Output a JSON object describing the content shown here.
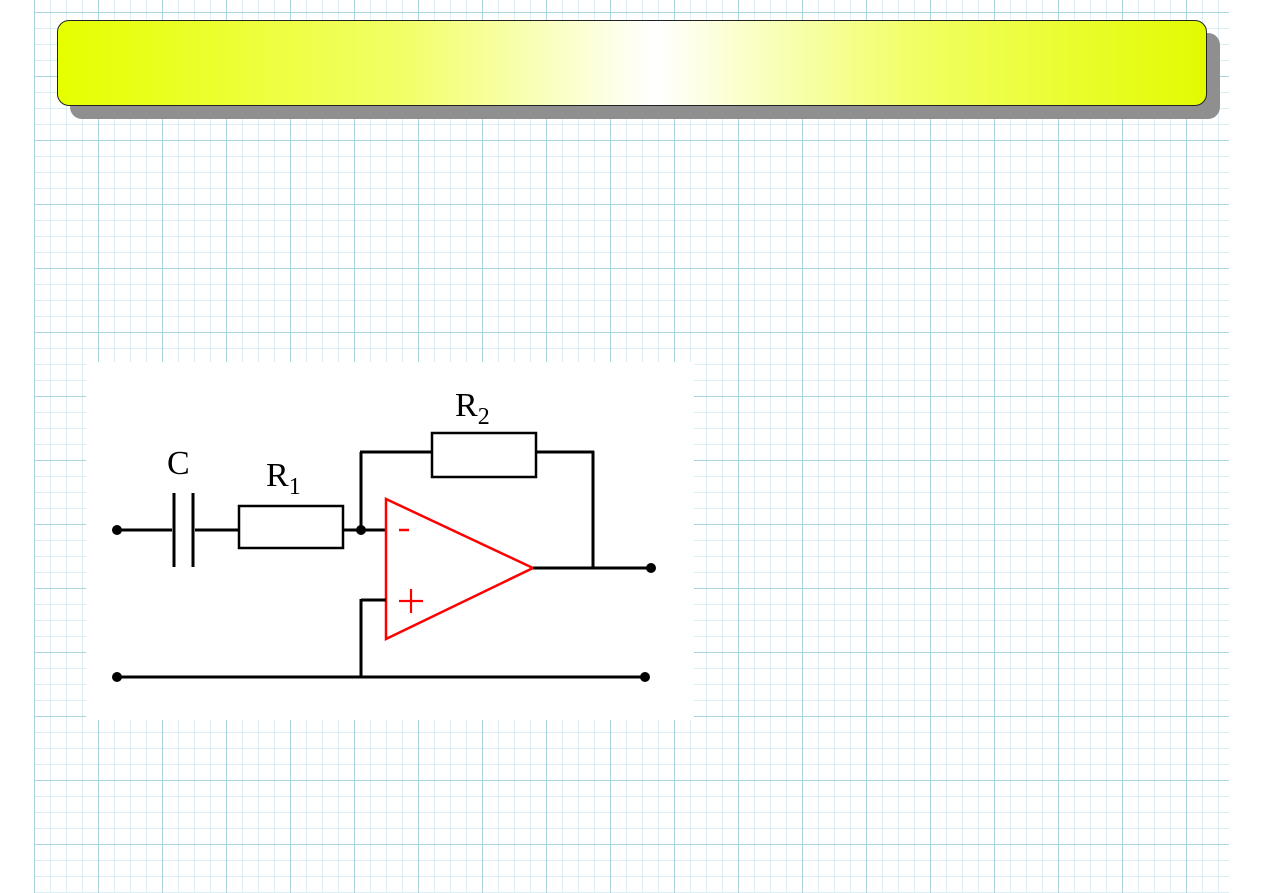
{
  "title": "",
  "diagram": {
    "type": "op-amp circuit",
    "components": {
      "capacitor": {
        "label": "C"
      },
      "resistor_in": {
        "letter": "R",
        "subscript": "1"
      },
      "resistor_feedback": {
        "letter": "R",
        "subscript": "2"
      },
      "opamp": {
        "inverting_sign": "-",
        "noninverting_sign": "+"
      }
    }
  },
  "colors": {
    "opamp": "#ff0000",
    "wire": "#000000",
    "banner_gradient": [
      "#e5ff00",
      "#ffffff",
      "#e2fb00"
    ],
    "grid": "#a9d3df"
  }
}
